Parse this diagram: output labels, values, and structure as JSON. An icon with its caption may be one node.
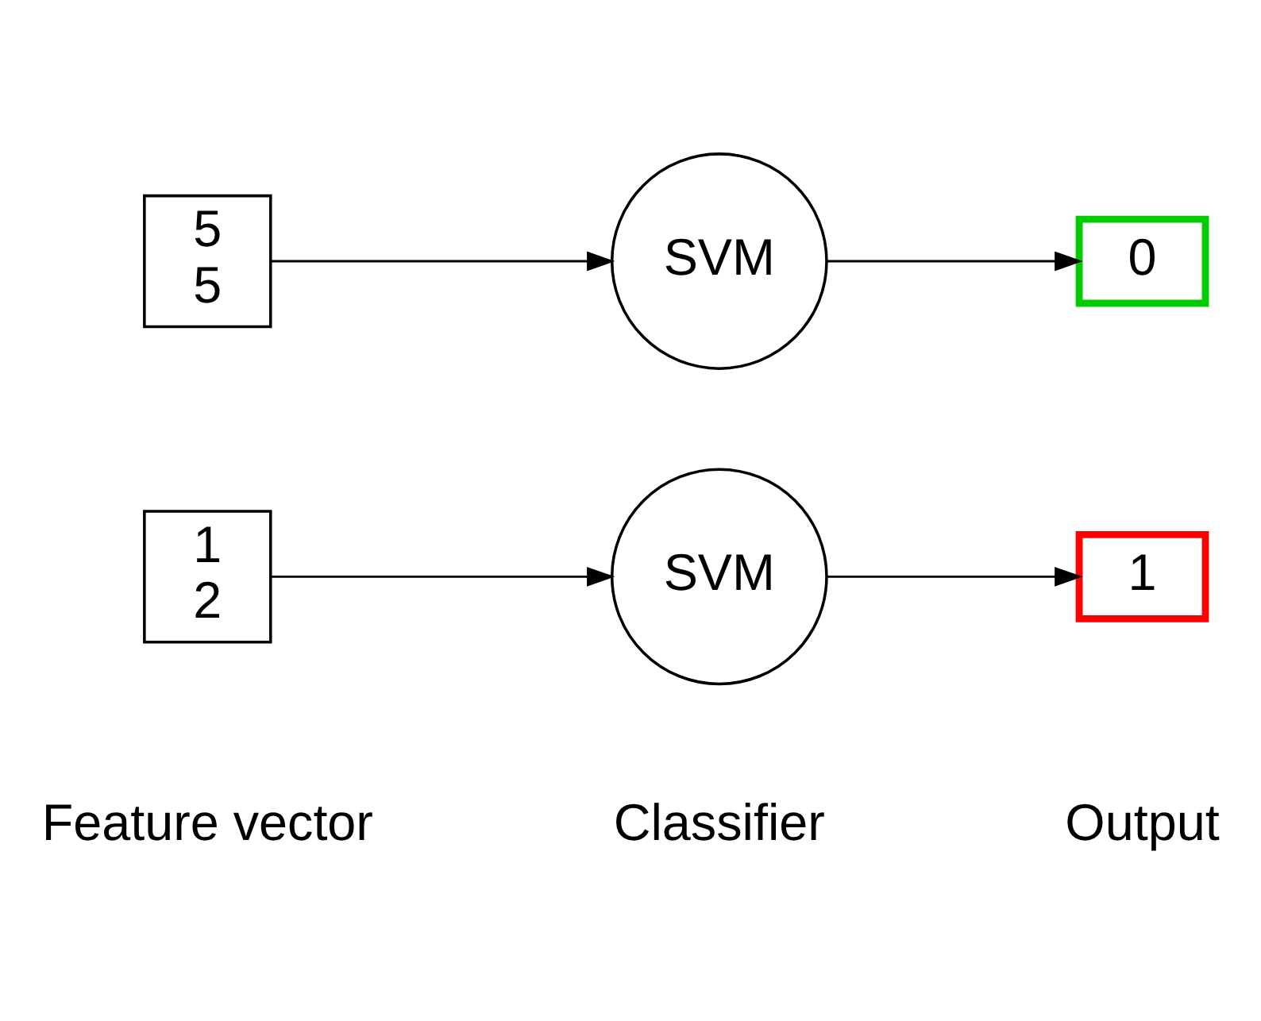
{
  "diagram": {
    "nodes": [
      {
        "text": [
          "1",
          "2"
        ]
      },
      {
        "text": [
          "SVM"
        ]
      },
      {
        "text": [
          "1"
        ]
      },
      {
        "text": [
          "5",
          "5"
        ]
      },
      {
        "text": [
          "SVM"
        ]
      },
      {
        "text": [
          "0"
        ]
      }
    ],
    "edges": [
      {
        "from": 0,
        "to": 1,
        "arrow": "to"
      },
      {
        "from": 1,
        "to": 2,
        "arrow": "to"
      },
      {
        "from": 3,
        "to": 4,
        "arrow": "to"
      },
      {
        "from": 4,
        "to": 5,
        "arrow": "to"
      }
    ],
    "labels": [
      "Feature vector",
      "Classifier",
      "Output"
    ]
  }
}
